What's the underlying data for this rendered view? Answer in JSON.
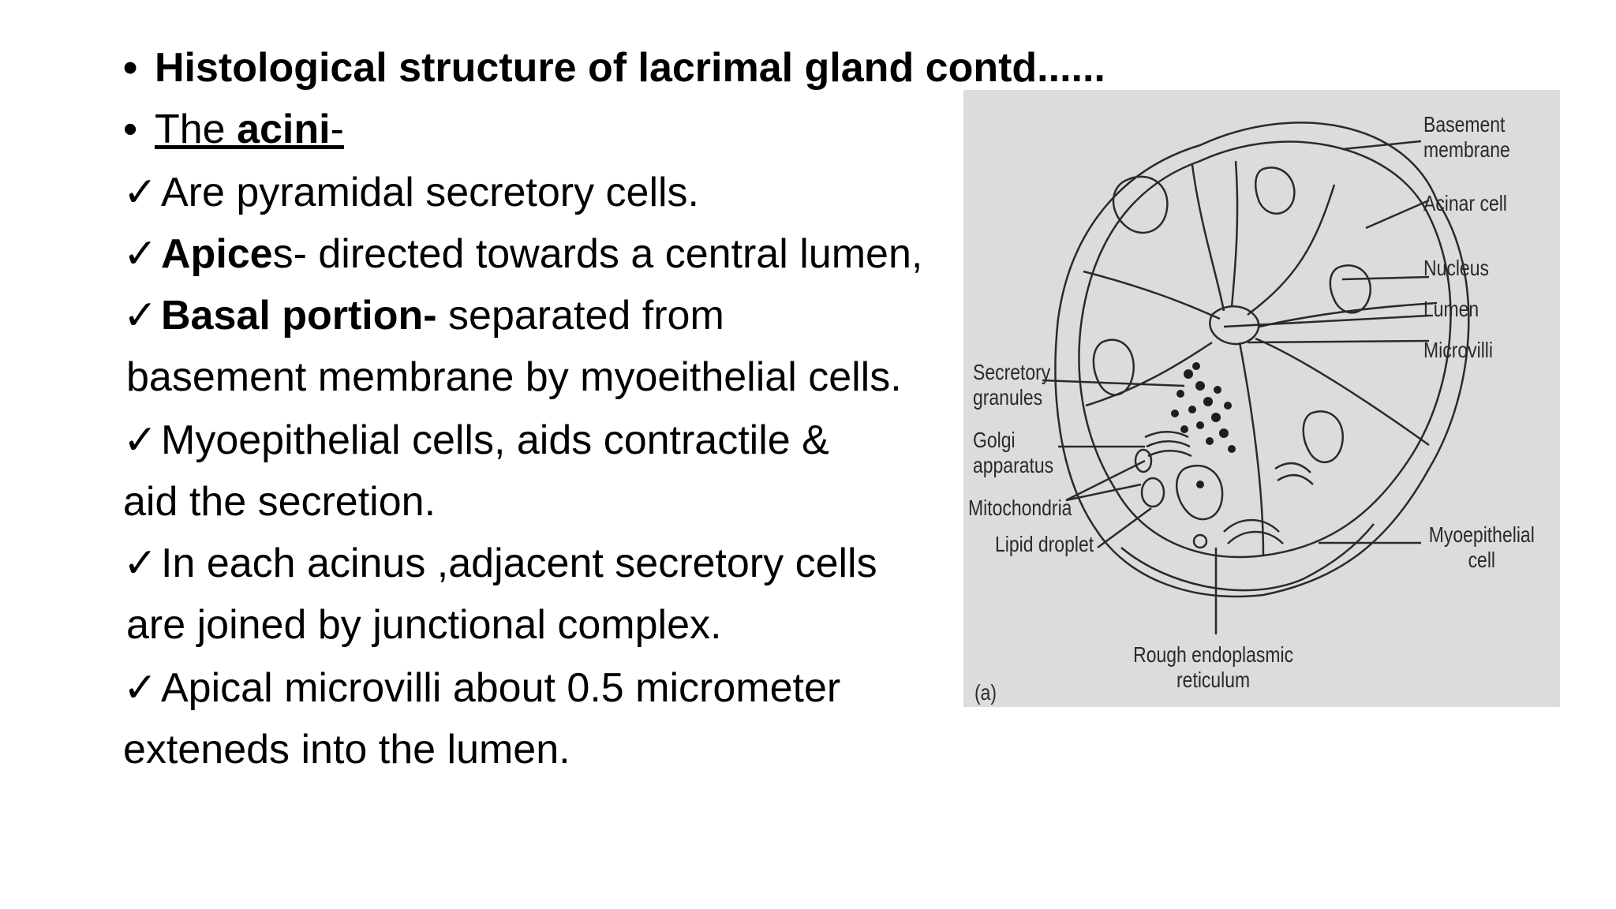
{
  "slide": {
    "title": "Histological structure of lacrimal gland contd......",
    "subtitle": {
      "prefix": "The ",
      "bold": "acini",
      "suffix": "-"
    },
    "check_mark": "✓",
    "bullet": "•",
    "points": [
      {
        "text": "Are pyramidal secretory cells."
      },
      {
        "bold": "Apice",
        "text": "s- directed towards a central lumen,"
      },
      {
        "bold": "Basal portion-",
        "text": " separated from"
      },
      {
        "continuation": " basement membrane  by myoeithelial cells."
      },
      {
        "text": "Myoepithelial cells, aids contractile &"
      },
      {
        "continuation": "aid the secretion."
      },
      {
        "text": "In each acinus ,adjacent secretory cells"
      },
      {
        "continuation": " are joined by junctional complex."
      },
      {
        "text": "Apical microvilli about 0.5 micrometer"
      },
      {
        "continuation": "exteneds into the lumen."
      }
    ]
  },
  "diagram": {
    "labels": {
      "basement_membrane": "Basement membrane",
      "acinar_cell": "Acinar cell",
      "nucleus": "Nucleus",
      "lumen": "Lumen",
      "microvilli": "Microvilli",
      "secretory_granules": "Secretory granules",
      "golgi_apparatus": "Golgi apparatus",
      "mitochondria": "Mitochondria",
      "lipid_droplet": "Lipid droplet",
      "myoepithelial_cell": "Myoepithelial cell",
      "rough_er": "Rough endoplasmic reticulum",
      "figure_tag": "(a)"
    }
  },
  "colors": {
    "background": "#ffffff",
    "text": "#000000",
    "diagram_bg": "#dcdcda",
    "diagram_ink": "#2a2a2a"
  }
}
